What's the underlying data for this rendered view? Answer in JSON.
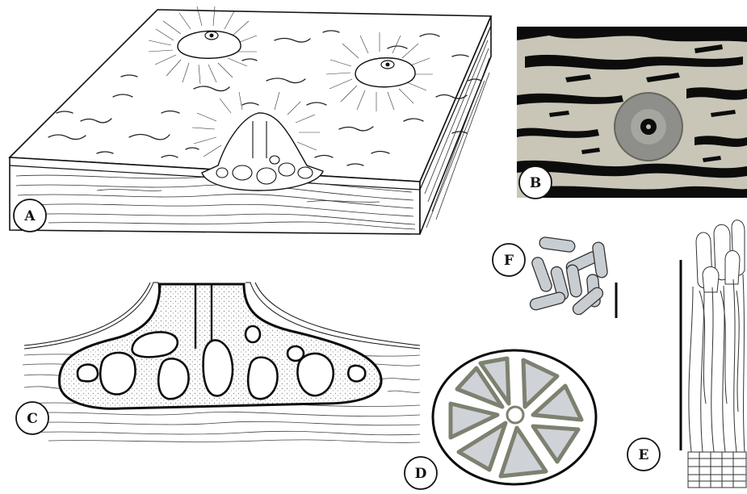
{
  "panels": [
    {
      "id": "A",
      "label": "A"
    },
    {
      "id": "B",
      "label": "B"
    },
    {
      "id": "C",
      "label": "C"
    },
    {
      "id": "D",
      "label": "D"
    },
    {
      "id": "E",
      "label": "E"
    },
    {
      "id": "F",
      "label": "F"
    }
  ],
  "colors": {
    "ink": "#111111",
    "stroma_fill": "#ffffff",
    "stipple": "#9a9a9a",
    "bark_light": "#c9c6b8",
    "disc_outer": "#8e8e8a",
    "disc_inner": "#a6a6a0",
    "locule_fill": "#cfd3d8",
    "locule_rim": "#7d8170",
    "spore_fill": "#c8cdd2"
  }
}
